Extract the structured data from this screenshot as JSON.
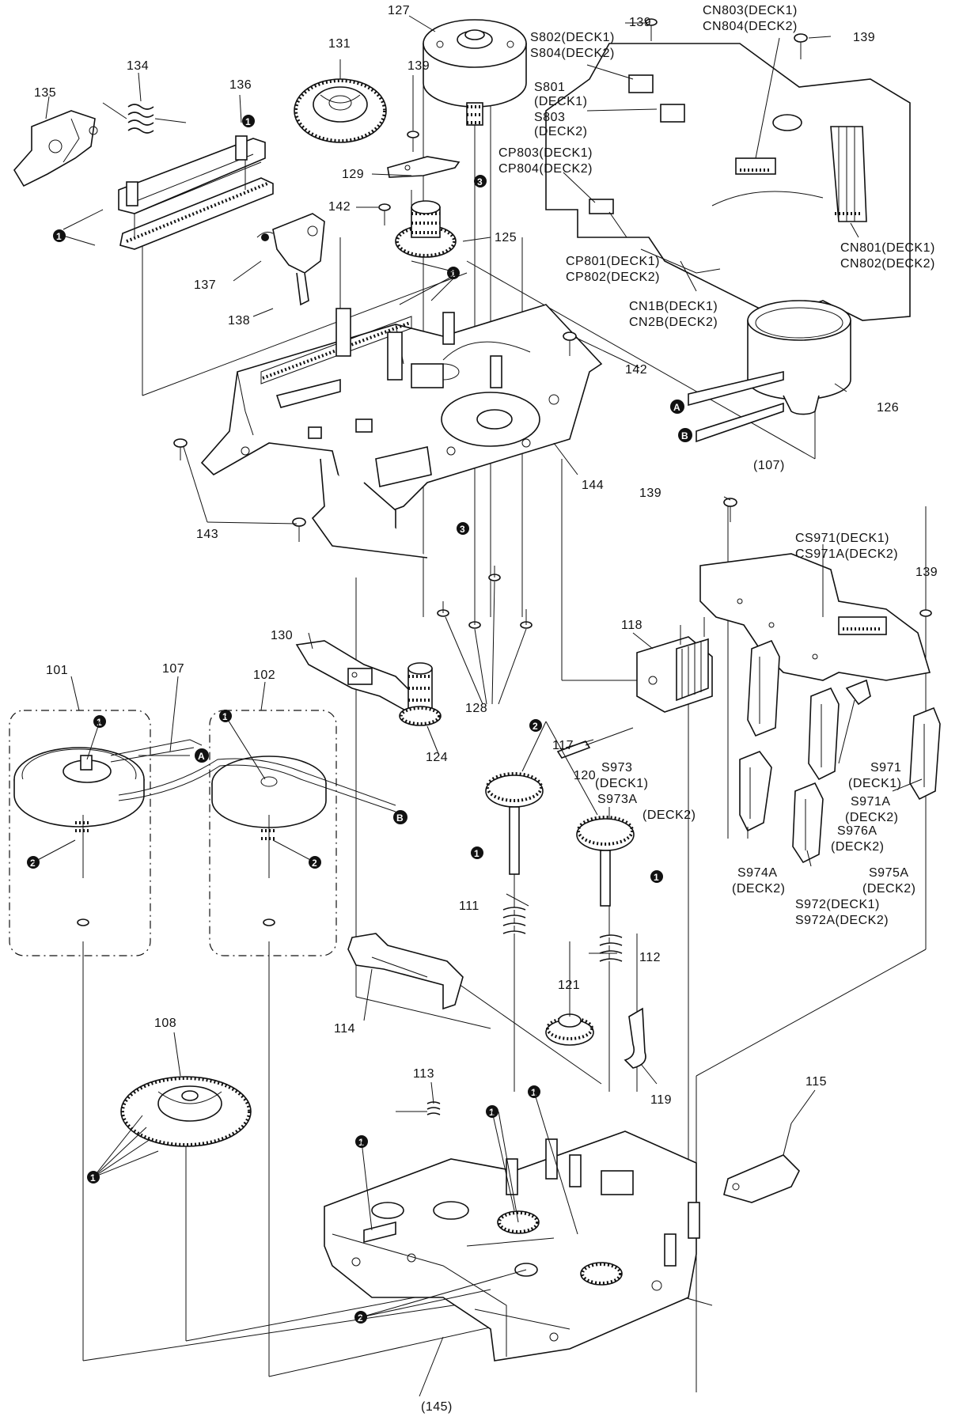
{
  "labels": {
    "p101": "101",
    "p102": "102",
    "p107a": "107",
    "p107b": "(107)",
    "p108": "108",
    "p111": "111",
    "p112": "112",
    "p113": "113",
    "p114": "114",
    "p115": "115",
    "p117": "117",
    "p118": "118",
    "p119": "119",
    "p120": "120",
    "p121": "121",
    "p124": "124",
    "p125": "125",
    "p126": "126",
    "p127": "127",
    "p128": "128",
    "p129": "129",
    "p130": "130",
    "p131": "131",
    "p134": "134",
    "p135": "135",
    "p136": "136",
    "p137": "137",
    "p138": "138",
    "p139a": "139",
    "p139b": "139",
    "p139c": "139",
    "p139d": "139",
    "p139e": "139",
    "p142a": "142",
    "p142b": "142",
    "p143": "143",
    "p144": "144",
    "p145": "(145)",
    "s802": "S802(DECK1)",
    "s804": "S804(DECK2)",
    "s801": "S801",
    "s801d": "(DECK1)",
    "s803": "S803",
    "s803d": "(DECK2)",
    "cp803": "CP803(DECK1)",
    "cp804": "CP804(DECK2)",
    "cp801": "CP801(DECK1)",
    "cp802": "CP802(DECK2)",
    "cn1b": "CN1B(DECK1)",
    "cn2b": "CN2B(DECK2)",
    "cn803": "CN803(DECK1)",
    "cn804": "CN804(DECK2)",
    "cn801": "CN801(DECK1)",
    "cn802": "CN802(DECK2)",
    "cs971": "CS971(DECK1)",
    "cs971a": "CS971A(DECK2)",
    "s973": "S973",
    "s973d1": "(DECK1)",
    "s973a": "S973A",
    "s973d2": "(DECK2)",
    "s971": "S971",
    "s971d1": "(DECK1)",
    "s971a": "S971A",
    "s971d2": "(DECK2)",
    "s976a": "S976A",
    "s976d": "(DECK2)",
    "s974a": "S974A",
    "s974d": "(DECK2)",
    "s975a": "S975A",
    "s975d": "(DECK2)",
    "s972": "S972(DECK1)",
    "s972a": "S972A(DECK2)"
  },
  "markers": {
    "one": "1",
    "two": "2",
    "three": "3",
    "A": "A",
    "B": "B"
  }
}
